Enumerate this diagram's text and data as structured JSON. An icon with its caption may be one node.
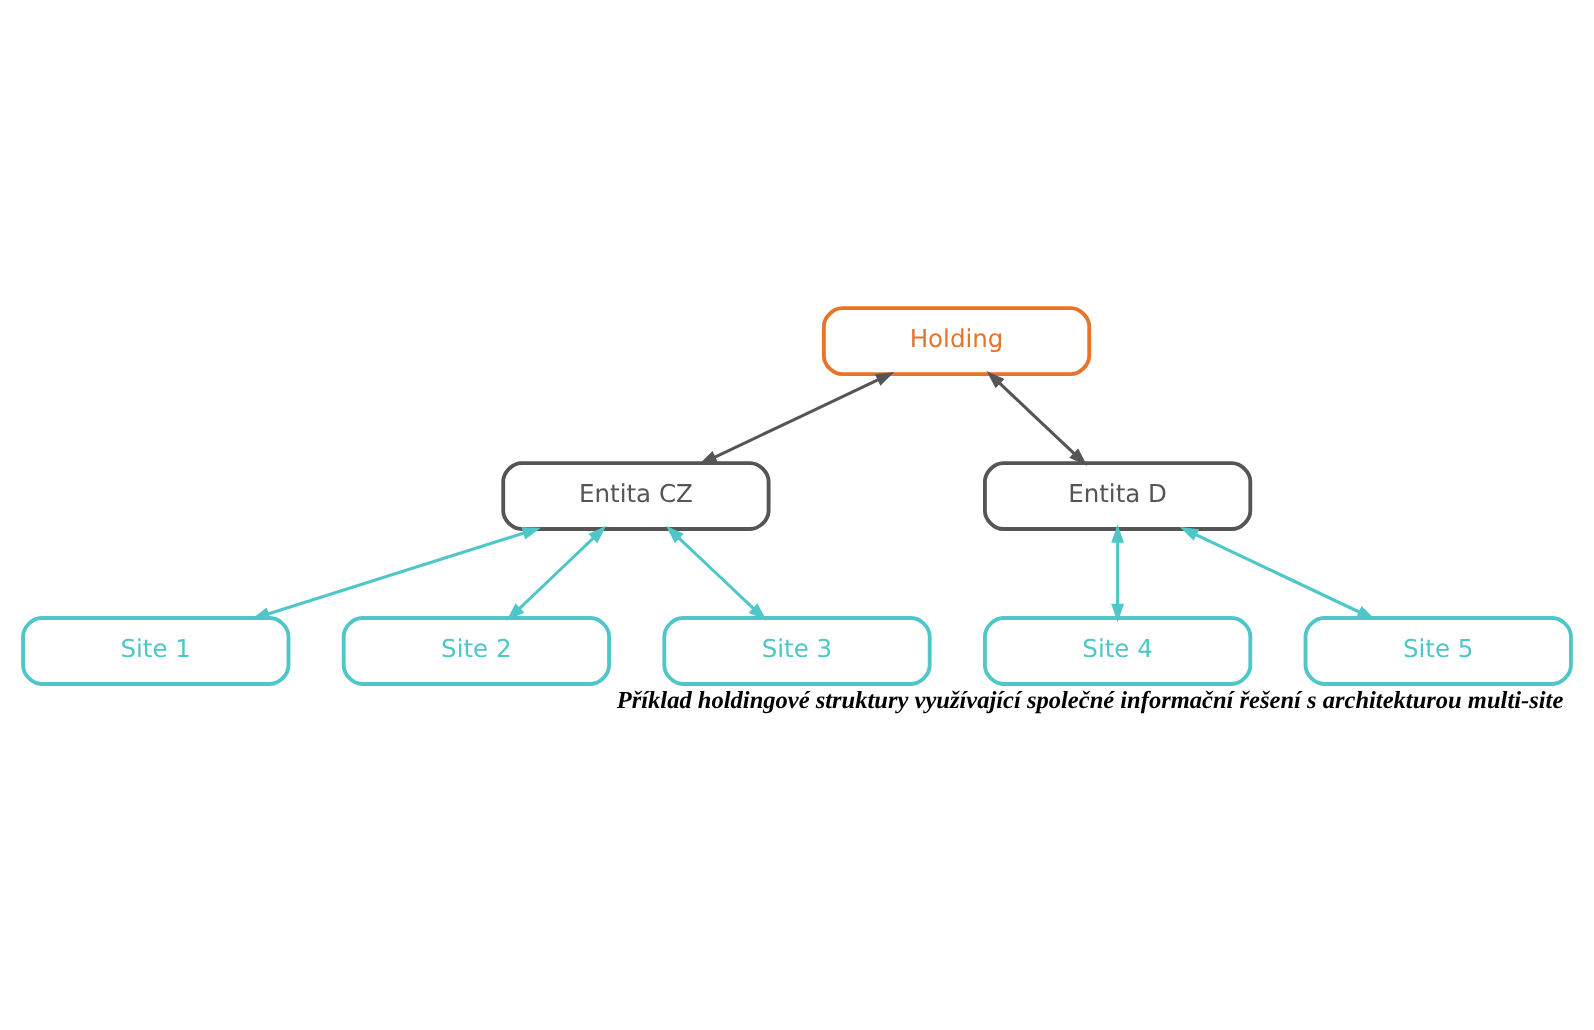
{
  "diagram": {
    "caption": "Příklad holdingové struktury využívající společné informační řešení s architekturou multi-site",
    "nodes": [
      {
        "text": [
          "Holding"
        ]
      },
      {
        "text": [
          "Entita CZ"
        ]
      },
      {
        "text": [
          "Entita D"
        ]
      },
      {
        "text": [
          "Site 1"
        ]
      },
      {
        "text": [
          "Site 2"
        ]
      },
      {
        "text": [
          "Site 3"
        ]
      },
      {
        "text": [
          "Site 4"
        ]
      },
      {
        "text": [
          "Site 5"
        ]
      }
    ],
    "edges": [
      {
        "from": 0,
        "to": 1,
        "arrow": "both",
        "color": "#555555"
      },
      {
        "from": 0,
        "to": 2,
        "arrow": "both",
        "color": "#555555"
      },
      {
        "from": 1,
        "to": 3,
        "arrow": "both"
      },
      {
        "from": 1,
        "to": 4,
        "arrow": "both"
      },
      {
        "from": 1,
        "to": 5,
        "arrow": "both"
      },
      {
        "from": 2,
        "to": 6,
        "arrow": "both"
      },
      {
        "from": 2,
        "to": 7,
        "arrow": "both"
      }
    ]
  }
}
